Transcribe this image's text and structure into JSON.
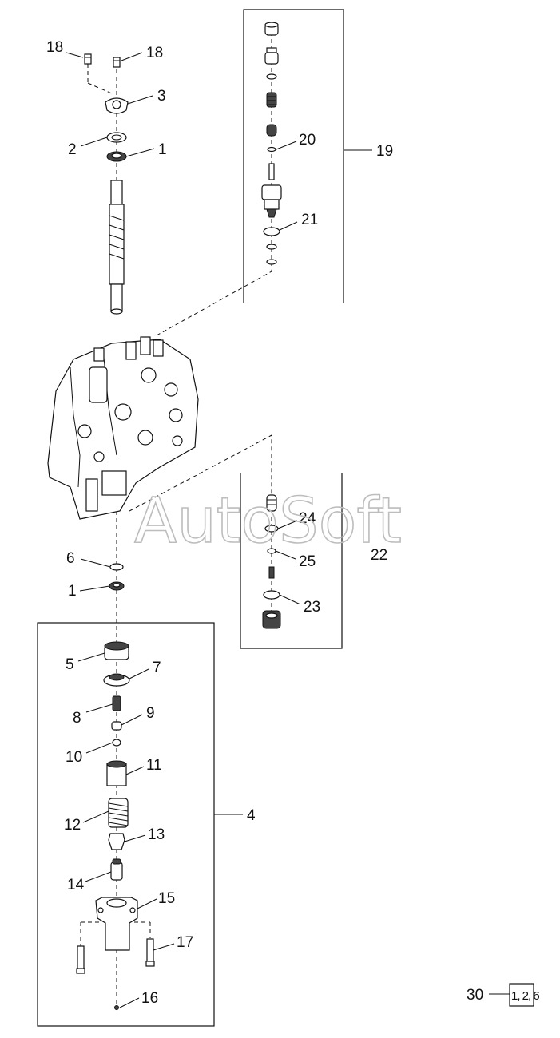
{
  "callouts": {
    "c18a": "18",
    "c18b": "18",
    "c3": "3",
    "c2": "2",
    "c1a": "1",
    "c20": "20",
    "c19": "19",
    "c21": "21",
    "c24": "24",
    "c25": "25",
    "c22": "22",
    "c23": "23",
    "c6": "6",
    "c1b": "1",
    "c5": "5",
    "c7": "7",
    "c8": "8",
    "c9": "9",
    "c10": "10",
    "c11": "11",
    "c12": "12",
    "c13": "13",
    "c14": "14",
    "c15": "15",
    "c16": "16",
    "c17": "17",
    "c4": "4"
  },
  "watermark": "AutoSoft",
  "reference": {
    "number": "30",
    "codes": "1, 2, 6"
  }
}
